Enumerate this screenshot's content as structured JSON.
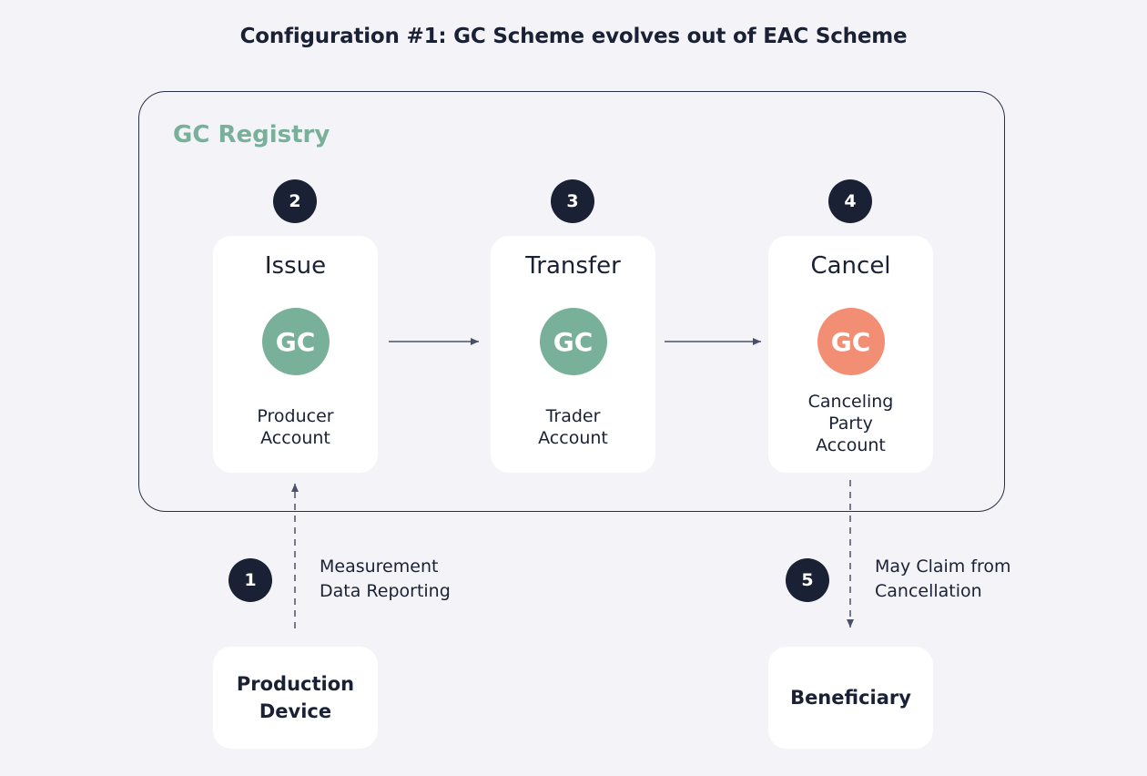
{
  "title": "Configuration #1: GC Scheme evolves out of EAC Scheme",
  "registry": {
    "label": "GC Registry"
  },
  "steps": [
    {
      "number": "2",
      "title": "Issue",
      "token": "GC",
      "account": "Producer\nAccount",
      "token_color": "#79b09a"
    },
    {
      "number": "3",
      "title": "Transfer",
      "token": "GC",
      "account": "Trader\nAccount",
      "token_color": "#79b09a"
    },
    {
      "number": "4",
      "title": "Cancel",
      "token": "GC",
      "account": "Canceling\nParty\nAccount",
      "token_color": "#f28e74"
    }
  ],
  "production": {
    "number": "1",
    "device": "Production\nDevice",
    "label": "Measurement\nData Reporting"
  },
  "beneficiary": {
    "number": "5",
    "name": "Beneficiary",
    "label": "May Claim from\nCancellation"
  },
  "colors": {
    "accent_green": "#79b09a",
    "accent_orange": "#f28e74",
    "dark": "#1b2135",
    "background": "#f4f4f8"
  }
}
